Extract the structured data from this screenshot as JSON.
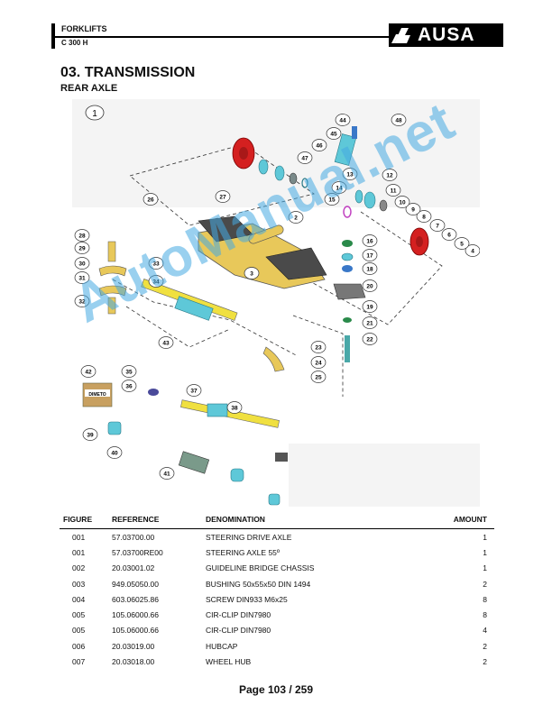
{
  "header": {
    "category": "FORKLIFTS",
    "model": "C 300 H",
    "brand": "AUSA"
  },
  "section": {
    "title": "03. TRANSMISSION",
    "subtitle": "REAR AXLE"
  },
  "diagram": {
    "figure_number": "1",
    "callouts": [
      "2",
      "3",
      "4",
      "5",
      "6",
      "7",
      "8",
      "9",
      "10",
      "11",
      "12",
      "13",
      "14",
      "15",
      "16",
      "17",
      "18",
      "19",
      "20",
      "21",
      "22",
      "23",
      "24",
      "25",
      "26",
      "27",
      "28",
      "29",
      "30",
      "31",
      "32",
      "33",
      "34",
      "35",
      "36",
      "37",
      "38",
      "39",
      "40",
      "41",
      "42",
      "43",
      "44",
      "45",
      "46",
      "47",
      "48"
    ],
    "box_label": "DIMETO",
    "watermark": "AutoManual.net"
  },
  "table": {
    "headers": [
      "FIGURE",
      "REFERENCE",
      "DENOMINATION",
      "AMOUNT"
    ],
    "rows": [
      [
        "001",
        "57.03700.00",
        "STEERING DRIVE AXLE",
        "1"
      ],
      [
        "001",
        "57.03700RE00",
        "STEERING AXLE 55º",
        "1"
      ],
      [
        "002",
        "20.03001.02",
        "GUIDELINE BRIDGE CHASSIS",
        "1"
      ],
      [
        "003",
        "949.05050.00",
        "BUSHING 50x55x50 DIN 1494",
        "2"
      ],
      [
        "004",
        "603.06025.86",
        "SCREW DIN933 M6x25",
        "8"
      ],
      [
        "005",
        "105.06000.66",
        "CIR-CLIP DIN7980",
        "8"
      ],
      [
        "005",
        "105.06000.66",
        "CIR-CLIP DIN7980",
        "4"
      ],
      [
        "006",
        "20.03019.00",
        "HUBCAP",
        "2"
      ],
      [
        "007",
        "20.03018.00",
        "WHEEL HUB",
        "2"
      ]
    ]
  },
  "footer": {
    "page": "Page 103 / 259"
  }
}
